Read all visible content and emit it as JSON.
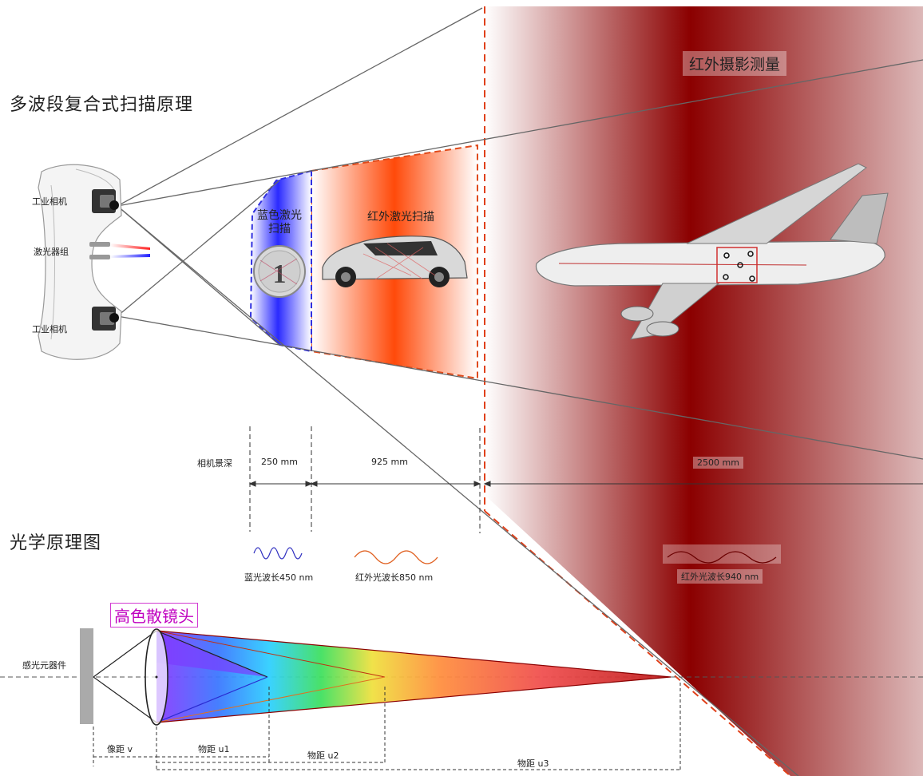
{
  "titles": {
    "main": "多波段复合式扫描原理",
    "optics": "光学原理图",
    "lens": "高色散镜头"
  },
  "scanner": {
    "camera_top": "工业相机",
    "laser": "激光器组",
    "camera_bottom": "工业相机"
  },
  "zones": {
    "blue": "蓝色激光\n扫描",
    "blue_line1": "蓝色激光",
    "blue_line2": "扫描",
    "red": "红外激光扫描",
    "ir": "红外摄影测量"
  },
  "depth": {
    "label": "相机景深",
    "d1": "250 mm",
    "d2": "925 mm",
    "d3": "2500 mm"
  },
  "waves": {
    "blue": "蓝光波长450 nm",
    "red": "红外光波长850 nm",
    "ir": "红外光波长940 nm"
  },
  "optics": {
    "sensor": "感光元器件",
    "v": "像距  v",
    "u1": "物距  u1",
    "u2": "物距  u2",
    "u3": "物距  u3"
  },
  "colors": {
    "blue_zone": "#1a1aff",
    "red_zone": "#ff4a10",
    "ir_zone": "#8b0000",
    "lens_title": "#c000c0"
  }
}
